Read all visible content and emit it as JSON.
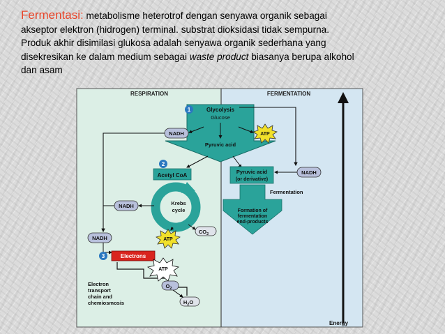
{
  "text": {
    "title": "Fermentasi",
    "title_colon": ":",
    "line1": " metabolisme heterotrof dengan senyawa organik sebagai",
    "line2": "akseptor elektron (hidrogen) terminal. substrat dioksidasi tidak sempurna.",
    "line3": "Produk akhir disimilasi glukosa adalah senyawa organik sederhana yang",
    "line4_before": "disekresikan ke dalam medium sebagai ",
    "line4_emph": "waste product",
    "line4_after": " biasanya berupa alkohol",
    "line5": "dan asam"
  },
  "diagram": {
    "header_respiration": "RESPIRATION",
    "header_fermentation": "FERMENTATION",
    "step1": "1",
    "step2": "2",
    "step3": "3",
    "glycolysis": "Glycolysis",
    "glucose": "Glucose",
    "pyruvic_acid": "Pyruvic acid",
    "nadh": "NADH",
    "atp": "ATP",
    "acetyl_coa": "Acetyl CoA",
    "krebs_1": "Krebs",
    "krebs_2": "cycle",
    "co2": "CO",
    "co2_sub": "2",
    "pyruvic_deriv_1": "Pyruvic acid",
    "pyruvic_deriv_2": "(or derivative)",
    "fermentation_label": "Fermentation",
    "formation_1": "Formation of",
    "formation_2": "fermentation",
    "formation_3": "end-products",
    "electrons": "Electrons",
    "o2": "O",
    "o2_sub": "2",
    "h2o_1": "H",
    "h2o_sub": "2",
    "h2o_2": "O",
    "etc_1": "Electron",
    "etc_2": "transport",
    "etc_3": "chain and",
    "etc_4": "chemiosmosis",
    "energy": "Energy"
  },
  "colors": {
    "title": "#e8452a",
    "respiration_panel": "#dcefe6",
    "fermentation_panel": "#d4e6f2",
    "teal": "#2aa39a",
    "nadh": "#b8c0dc",
    "atp": "#f1e02a",
    "electrons": "#d9241e",
    "step": "#2a78c0"
  }
}
